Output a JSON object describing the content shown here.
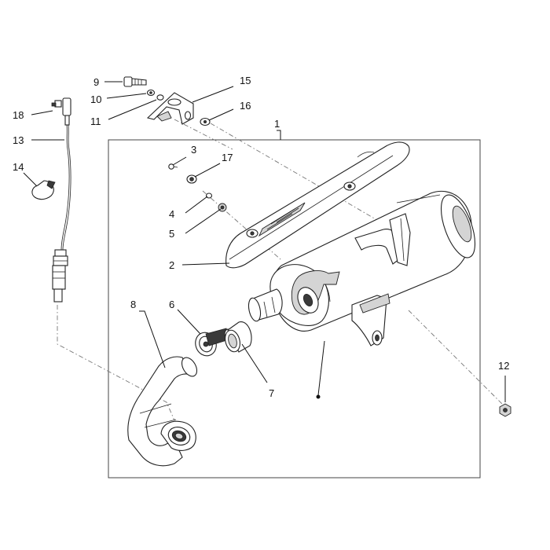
{
  "callouts": {
    "c1": "1",
    "c2": "2",
    "c3": "3",
    "c4": "4",
    "c5": "5",
    "c6": "6",
    "c7": "7",
    "c8": "8",
    "c9": "9",
    "c10": "10",
    "c11": "11",
    "c12": "12",
    "c13": "13",
    "c14": "14",
    "c15": "15",
    "c16": "16",
    "c17": "17",
    "c18": "18"
  },
  "colors": {
    "line": "#222222",
    "shade": "#d4d4d4",
    "dark": "#3a3a3a",
    "background": "#ffffff"
  }
}
